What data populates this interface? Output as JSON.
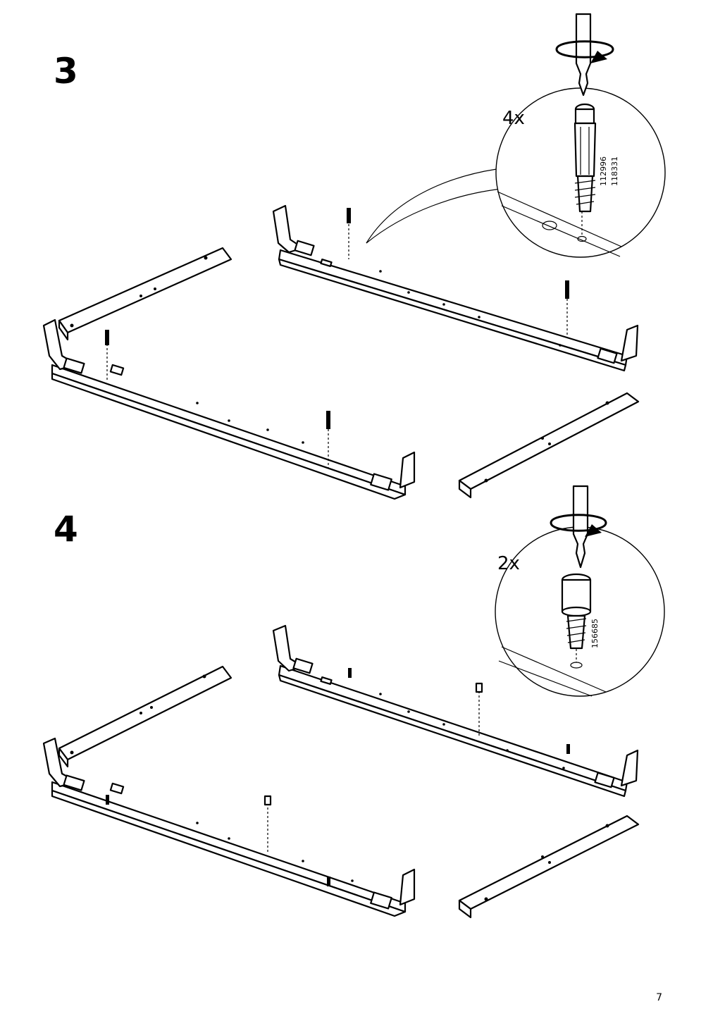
{
  "page": {
    "number": "7"
  },
  "steps": [
    {
      "number": "3",
      "detail": {
        "quantity": "4x",
        "part_numbers": [
          "112996",
          "118331"
        ]
      }
    },
    {
      "number": "4",
      "detail": {
        "quantity": "2x",
        "part_numbers": [
          "156685"
        ]
      }
    }
  ]
}
